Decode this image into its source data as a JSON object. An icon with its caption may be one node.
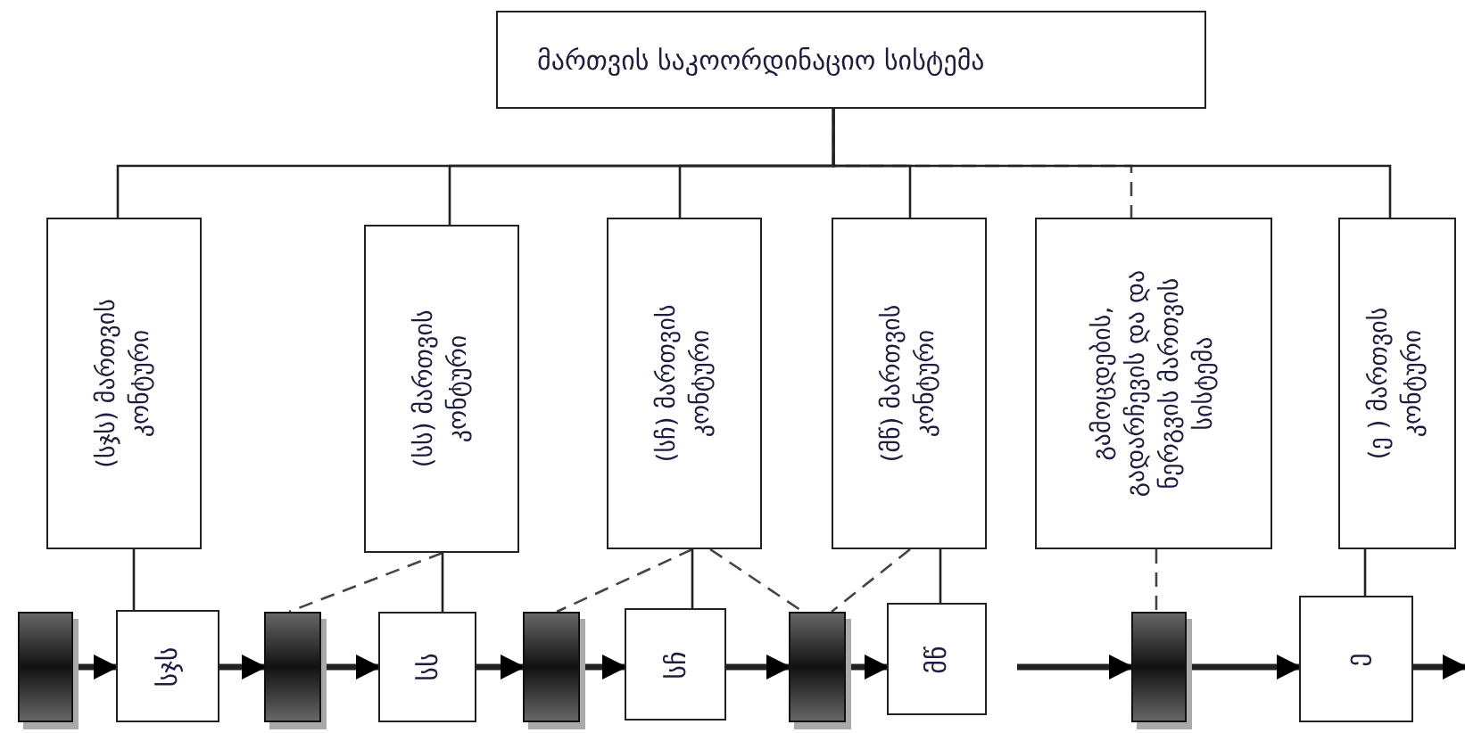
{
  "diagram": {
    "nodes": [
      {
        "text": [
          "მართვის საკოორდინაციო სისტემა"
        ]
      },
      {
        "text": [
          "(სჯს) მართვის კონტური"
        ]
      },
      {
        "text": [
          "(სს) მართვის კონტური"
        ]
      },
      {
        "text": [
          "(სჩ) მართვის კონტური"
        ]
      },
      {
        "text": [
          "(მწ) მართვის კონტური"
        ]
      },
      {
        "text": [
          "გამოცდების, გადარჩევის და და ნერგვის მართვის სისტემა"
        ]
      },
      {
        "text": [
          "(ე ) მართვის კონტური"
        ]
      },
      {
        "text": [],
        "shape": "bar"
      },
      {
        "text": [
          "სჯს"
        ]
      },
      {
        "text": [],
        "shape": "bar"
      },
      {
        "text": [
          "სს"
        ]
      },
      {
        "text": [],
        "shape": "bar"
      },
      {
        "text": [
          "სჩ"
        ]
      },
      {
        "text": [],
        "shape": "bar"
      },
      {
        "text": [
          "მწ"
        ]
      },
      {
        "text": [],
        "shape": "bar"
      },
      {
        "text": [
          "ე"
        ]
      }
    ],
    "edges": [
      {
        "from": 0,
        "to": 1,
        "arrow": "none"
      },
      {
        "from": 0,
        "to": 2,
        "arrow": "none"
      },
      {
        "from": 0,
        "to": 3,
        "arrow": "none"
      },
      {
        "from": 0,
        "to": 4,
        "arrow": "none"
      },
      {
        "from": 0,
        "to": 5,
        "arrow": "none",
        "style": "dashed"
      },
      {
        "from": 0,
        "to": 6,
        "arrow": "none"
      },
      {
        "from": 1,
        "to": 8,
        "arrow": "none"
      },
      {
        "from": 2,
        "to": 10,
        "arrow": "none"
      },
      {
        "from": 2,
        "to": 9,
        "arrow": "none",
        "style": "dashed"
      },
      {
        "from": 3,
        "to": 12,
        "arrow": "none"
      },
      {
        "from": 3,
        "to": 11,
        "arrow": "none",
        "style": "dashed"
      },
      {
        "from": 3,
        "to": 13,
        "arrow": "none",
        "style": "dashed"
      },
      {
        "from": 4,
        "to": 14,
        "arrow": "none"
      },
      {
        "from": 4,
        "to": 13,
        "arrow": "none",
        "style": "dashed"
      },
      {
        "from": 5,
        "to": 15,
        "arrow": "none",
        "style": "dashed"
      },
      {
        "from": 6,
        "to": 16,
        "arrow": "none"
      },
      {
        "from": 7,
        "to": 8,
        "arrow": "to",
        "style": "thick"
      },
      {
        "from": 8,
        "to": 9,
        "arrow": "to",
        "style": "thick"
      },
      {
        "from": 9,
        "to": 10,
        "arrow": "to",
        "style": "thick"
      },
      {
        "from": 10,
        "to": 11,
        "arrow": "to",
        "style": "thick"
      },
      {
        "from": 11,
        "to": 12,
        "arrow": "to",
        "style": "thick"
      },
      {
        "from": 12,
        "to": 13,
        "arrow": "to",
        "style": "thick"
      },
      {
        "from": 13,
        "to": 14,
        "arrow": "to",
        "style": "thick"
      },
      {
        "from": null,
        "to": 15,
        "arrow": "to",
        "style": "thick"
      },
      {
        "from": 15,
        "to": 16,
        "arrow": "to",
        "style": "thick"
      },
      {
        "from": 16,
        "to": null,
        "arrow": "to",
        "style": "thick"
      }
    ]
  }
}
